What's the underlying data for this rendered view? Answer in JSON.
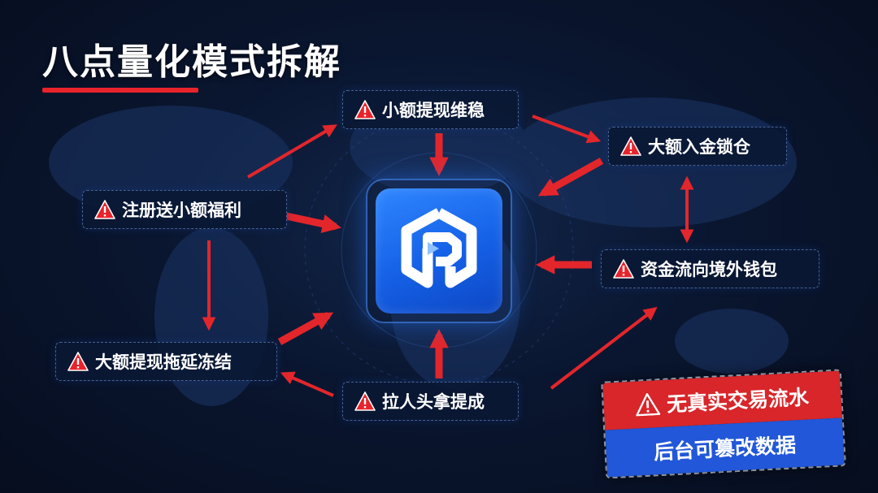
{
  "title": "八点量化模式拆解",
  "colors": {
    "accent_red": "#e8232b",
    "arrow_red": "#e3262b",
    "logo_blue": "#1f6ff0",
    "warning_red": "#d8262a",
    "warning_blue": "#2157d8"
  },
  "nodes": {
    "small_withdraw": "小额提现维稳",
    "large_deposit": "大额入金锁仓",
    "register_bonus": "注册送小额福利",
    "funds_overseas": "资金流向境外钱包",
    "large_withdraw_freeze": "大额提现拖延冻结",
    "recruit_commission": "拉人头拿提成"
  },
  "warning": {
    "line1": "无真实交易流水",
    "line2": "后台可篡改数据"
  },
  "icons": {
    "node_icon": "warning-triangle-icon",
    "center_icon": "hexagon-p-logo-icon"
  }
}
